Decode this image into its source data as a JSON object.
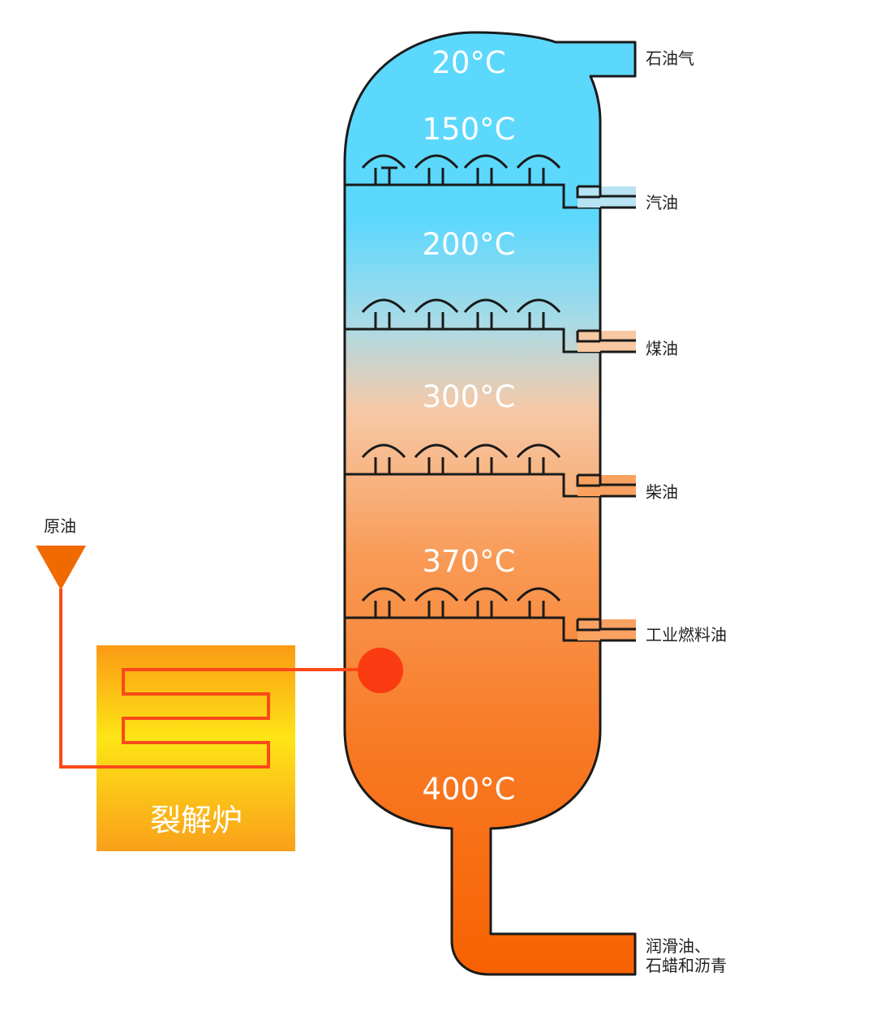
{
  "temperatures": [
    "20°C",
    "150°C",
    "200°C",
    "300°C",
    "370°C",
    "400°C"
  ],
  "outlets": [
    "石油气",
    "汽油",
    "煤油",
    "柴油",
    "工业燃料油"
  ],
  "bottom_products": [
    "润滑油、",
    "石蜡和沥青"
  ],
  "feed_label": "原油",
  "furnace_label": "裂解炉",
  "colors": {
    "top": "#5dd8fd",
    "middle_light": "#a9dbe7",
    "peach": "#f7c9a5",
    "orange": "#f98c3c",
    "bottom": "#f76200",
    "pipe": "#fa4a1a",
    "furnace_top": "#fb9a14",
    "furnace_mid": "#fde516",
    "outline": "#1a1a1a"
  }
}
